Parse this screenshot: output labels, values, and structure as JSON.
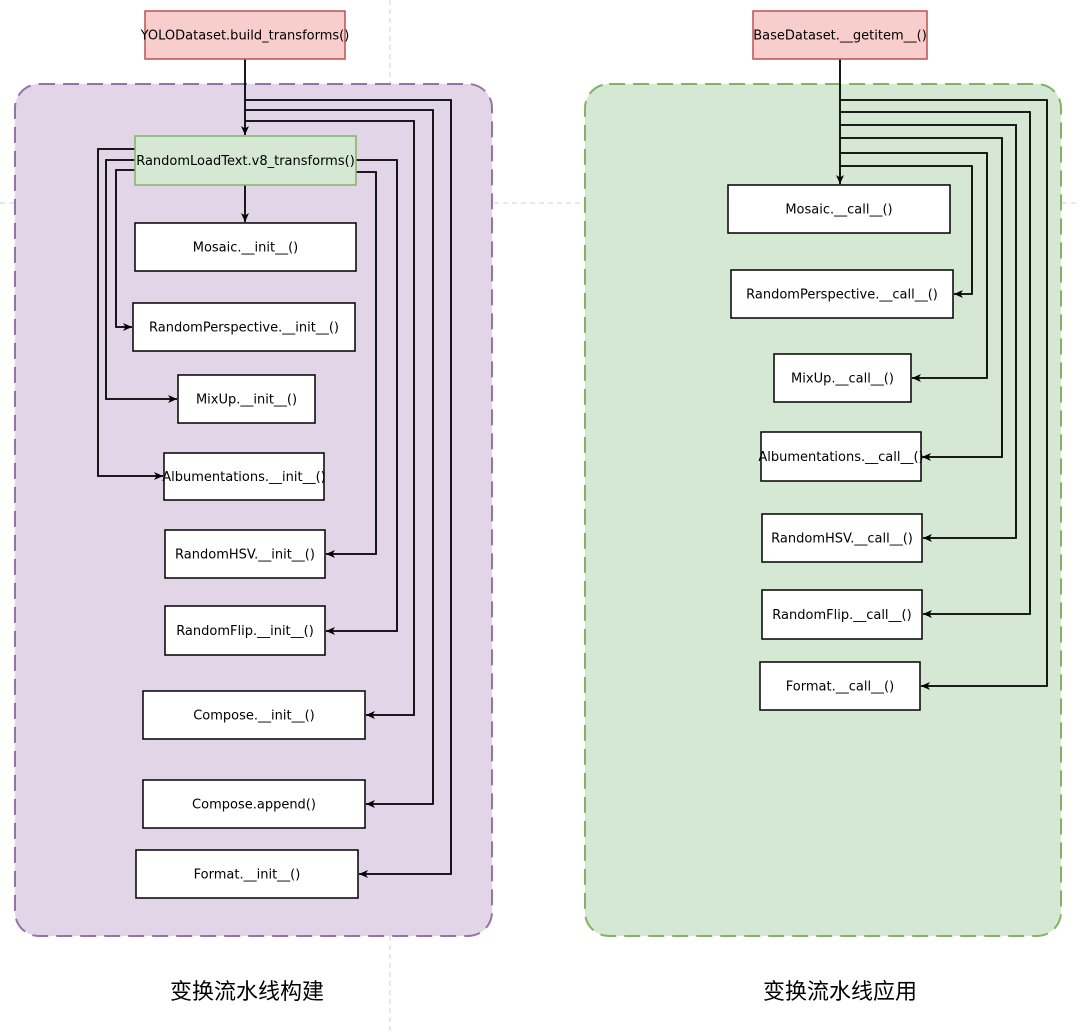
{
  "colors": {
    "build_panel_fill": "#e1d5e7",
    "build_panel_stroke": "#9673a6",
    "apply_panel_fill": "#d5e8d4",
    "apply_panel_stroke": "#82b366",
    "entry_fill": "#f8cecc",
    "entry_stroke": "#b85450",
    "hub_fill": "#d5e8d4",
    "hub_stroke": "#82b366",
    "node_fill": "#ffffff",
    "node_stroke": "#000000"
  },
  "build": {
    "caption": "变换流水线构建",
    "entry": "YOLODataset.build_transforms()",
    "hub": "RandomLoadText.v8_transforms()",
    "nodes": [
      "Mosaic.__init__()",
      "RandomPerspective.__init__()",
      "MixUp.__init__()",
      "Albumentations.__init__()",
      "RandomHSV.__init__()",
      "RandomFlip.__init__()",
      "Compose.__init__()",
      "Compose.append()",
      "Format.__init__()"
    ]
  },
  "apply": {
    "caption": "变换流水线应用",
    "entry": "BaseDataset.__getitem__()",
    "nodes": [
      "Mosaic.__call__()",
      "RandomPerspective.__call__()",
      "MixUp.__call__()",
      "Albumentations.__call__()",
      "RandomHSV.__call__()",
      "RandomFlip.__call__()",
      "Format.__call__()"
    ]
  }
}
